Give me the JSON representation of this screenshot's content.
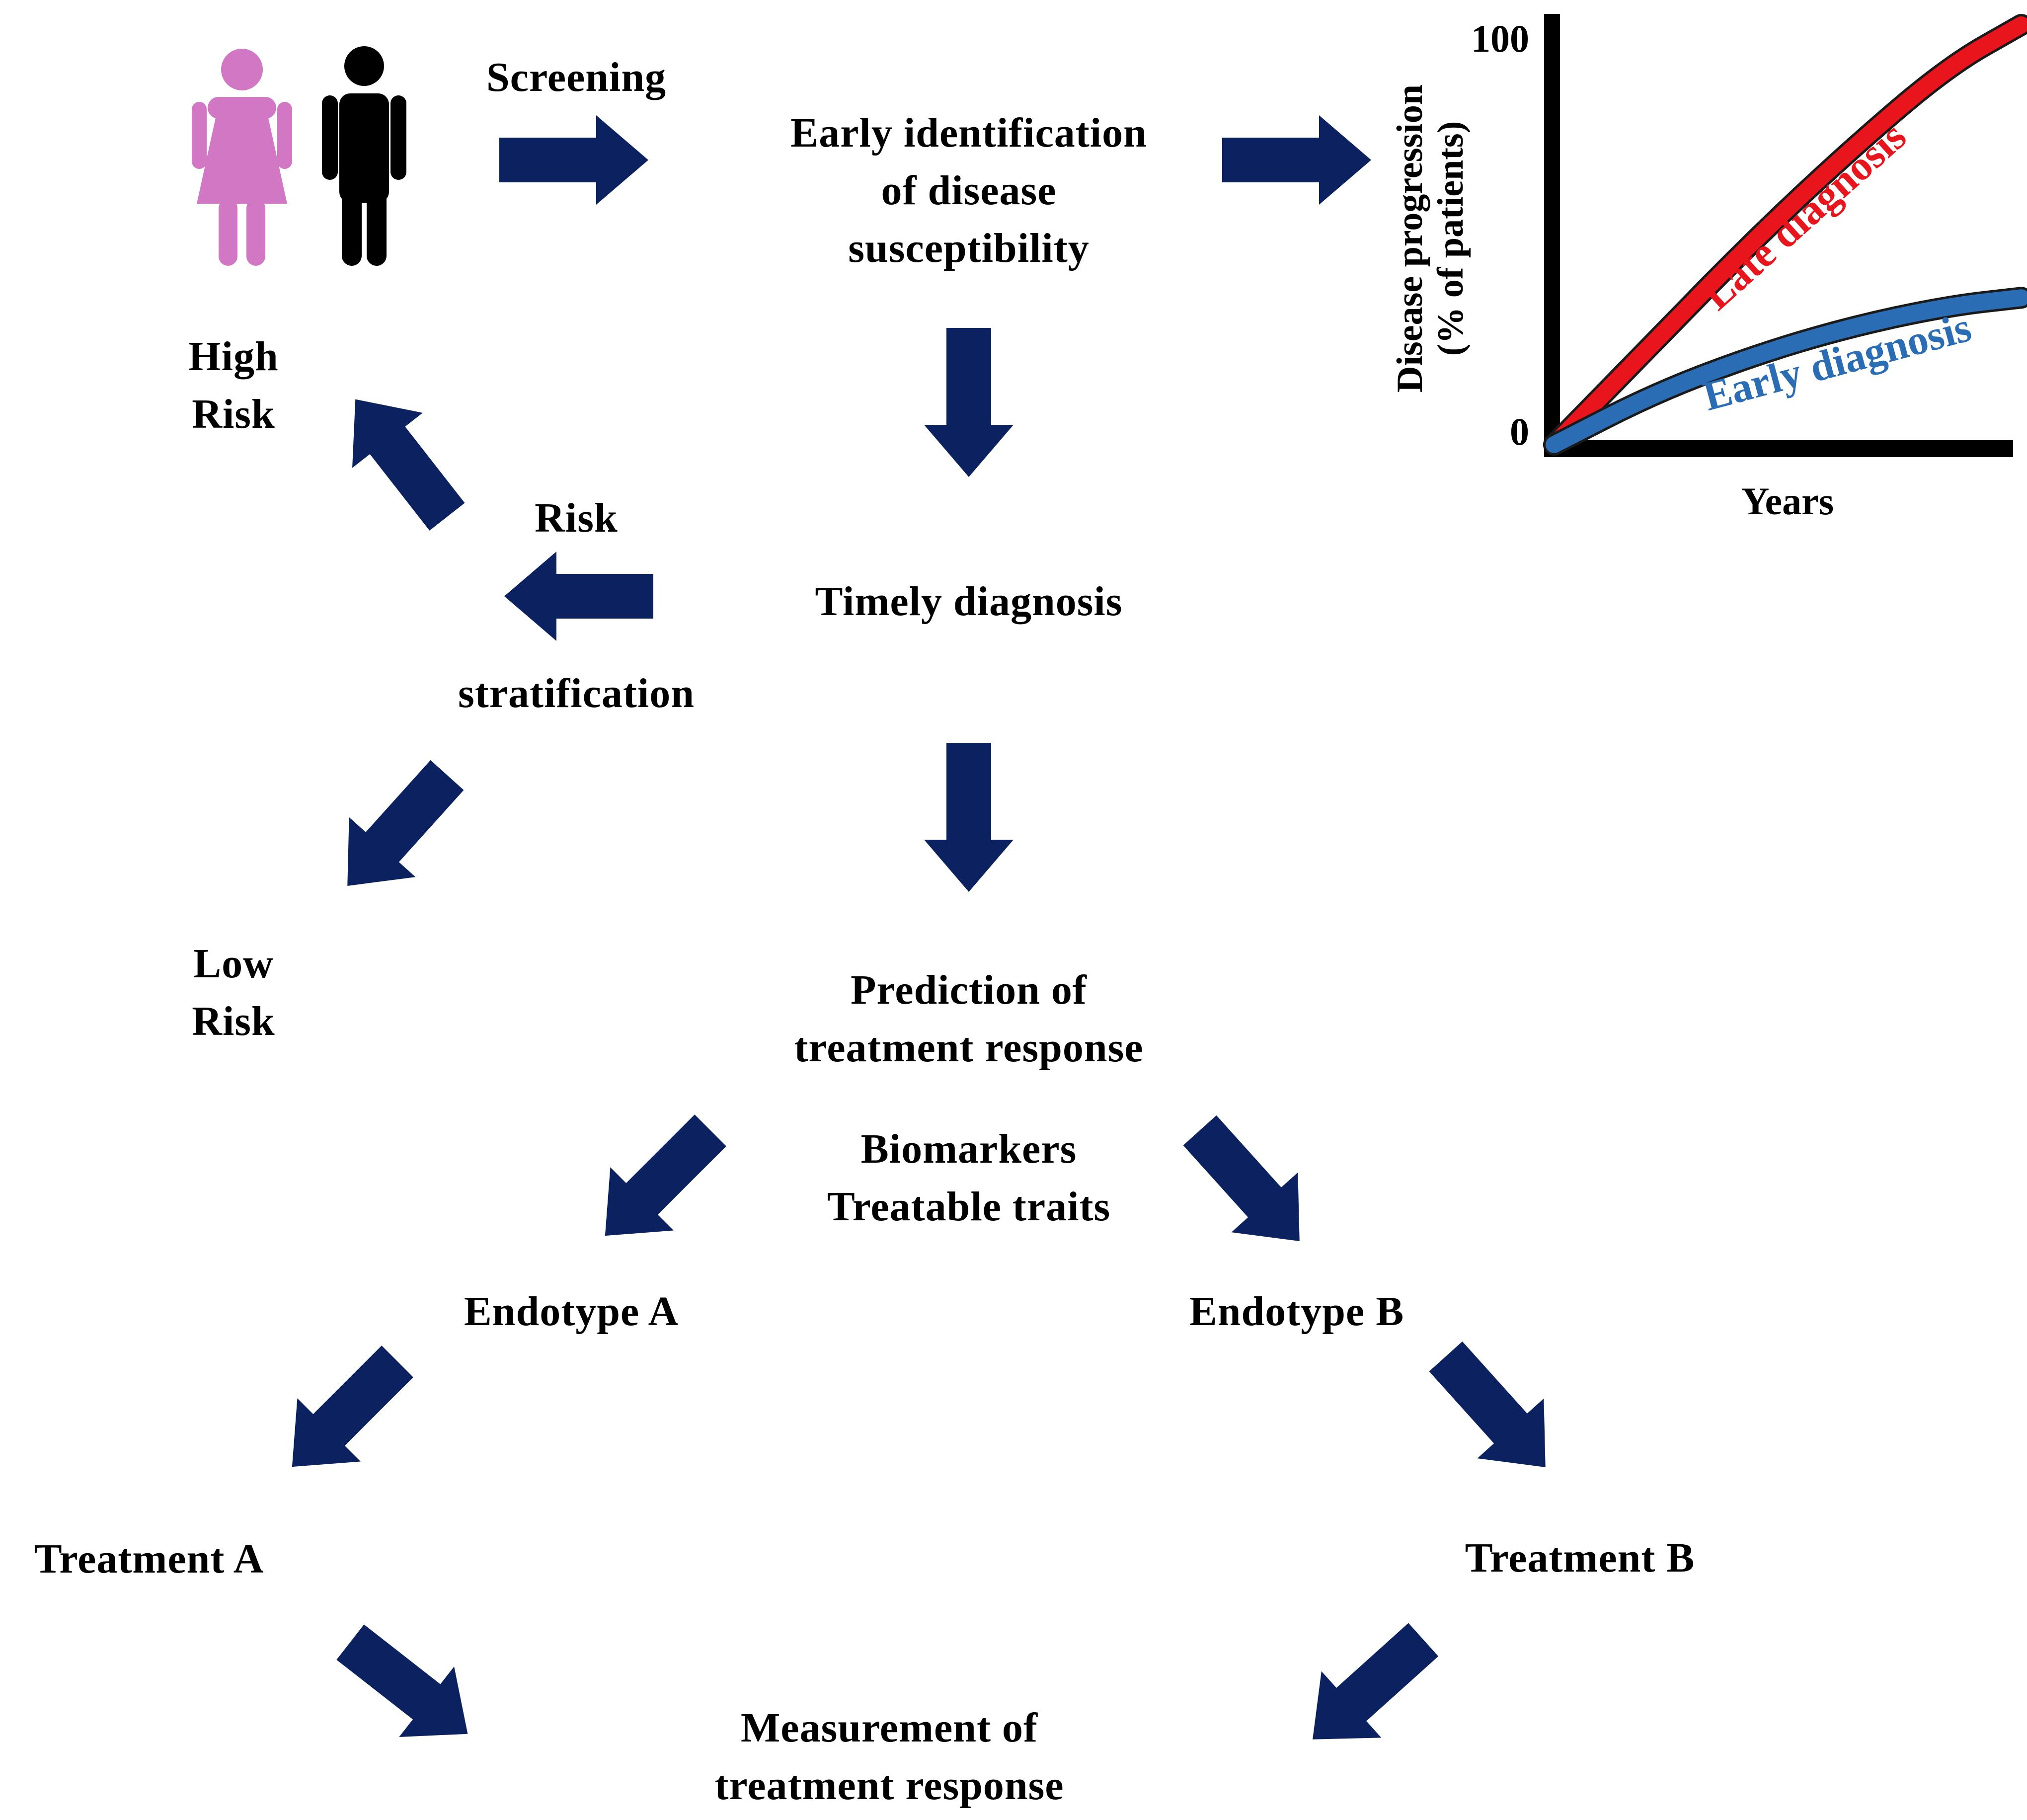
{
  "colors": {
    "arrow": "#0c2160",
    "female_icon": "#d277c3",
    "male_icon": "#000000",
    "late_curve": "#e8161c",
    "early_curve": "#2a6db5",
    "text": "#000000"
  },
  "icons": {
    "female": "female-person-icon",
    "male": "male-person-icon"
  },
  "nodes": {
    "screening": "Screening",
    "early_identification": [
      "Early identification",
      "of disease",
      "susceptibility"
    ],
    "high_risk": [
      "High",
      "Risk"
    ],
    "risk": "Risk",
    "stratification": "stratification",
    "timely_diagnosis": "Timely diagnosis",
    "low_risk": [
      "Low",
      "Risk"
    ],
    "prediction": [
      "Prediction of",
      "treatment response"
    ],
    "biomarkers": [
      "Biomarkers",
      "Treatable traits"
    ],
    "endotype_a": "Endotype A",
    "endotype_b": "Endotype B",
    "treatment_a": "Treatment A",
    "treatment_b": "Treatment B",
    "measurement": [
      "Measurement of",
      "treatment response"
    ]
  },
  "chart_data": {
    "type": "line",
    "ylabel": [
      "Disease progression",
      "(% of patients)"
    ],
    "xlabel": "Years",
    "ylim": [
      0,
      100
    ],
    "yticks": [
      "100",
      "0"
    ],
    "x": [
      0,
      0.2,
      0.4,
      0.6,
      0.8,
      0.95
    ],
    "series": [
      {
        "name": "Late diagnosis",
        "values": [
          0,
          24,
          48,
          70,
          90,
          100
        ]
      },
      {
        "name": "Early diagnosis",
        "values": [
          0,
          12,
          21,
          28,
          33,
          35
        ]
      }
    ]
  }
}
